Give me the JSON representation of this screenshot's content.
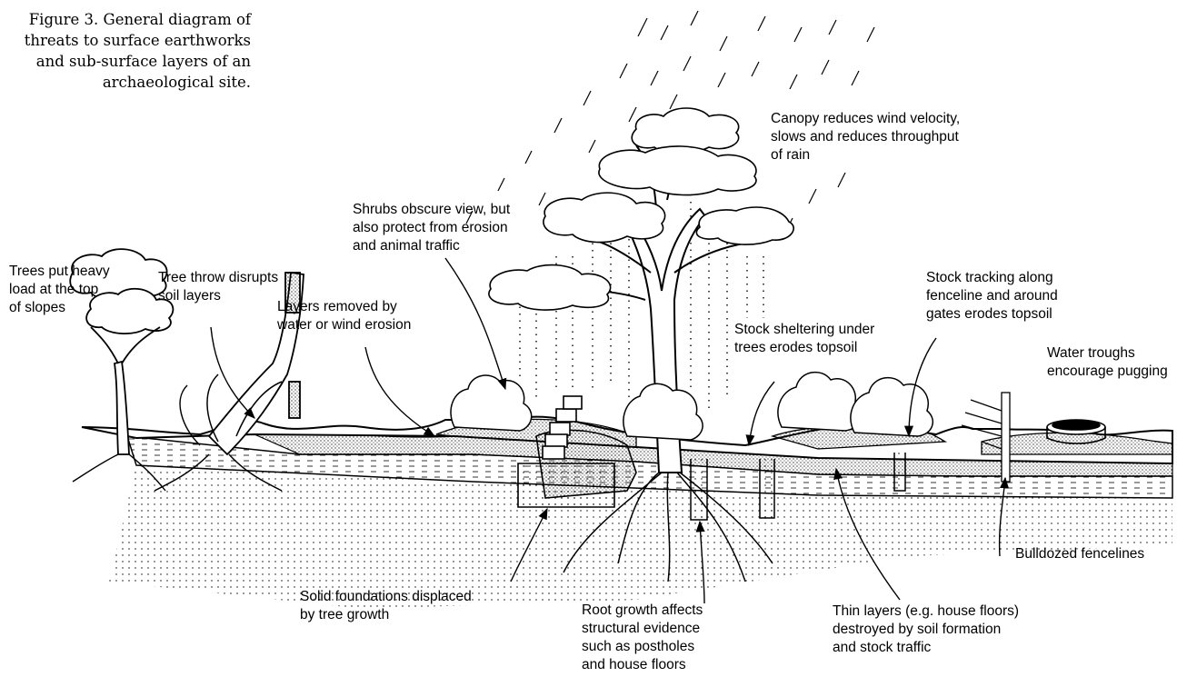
{
  "caption": {
    "lines": [
      "Figure 3.  General diagram of",
      "threats to surface earthworks",
      "and sub-surface layers of an",
      "archaeological site."
    ]
  },
  "labels": {
    "trees_heavy_load": [
      "Trees put heavy",
      "load at the top",
      "of slopes"
    ],
    "tree_throw": [
      "Tree throw disrupts",
      "soil layers"
    ],
    "layers_removed": [
      "Layers removed by",
      "water or wind erosion"
    ],
    "shrubs": [
      "Shrubs obscure view, but",
      "also protect from erosion",
      "and animal traffic"
    ],
    "canopy": [
      "Canopy reduces wind velocity,",
      "slows and reduces throughput",
      "of rain"
    ],
    "stock_sheltering": [
      "Stock sheltering under",
      "trees erodes topsoil"
    ],
    "stock_tracking": [
      "Stock tracking along",
      "fenceline and around",
      "gates erodes topsoil"
    ],
    "water_troughs": [
      "Water troughs",
      "encourage pugging"
    ],
    "bulldozed": [
      "Bulldozed fencelines"
    ],
    "solid_foundations": [
      "Solid foundations displaced",
      "by tree growth"
    ],
    "root_growth": [
      "Root growth affects",
      "structural evidence",
      "such as postholes",
      "and house floors"
    ],
    "thin_layers": [
      "Thin layers (e.g. house floors)",
      "destroyed by soil formation",
      "and stock traffic"
    ]
  }
}
